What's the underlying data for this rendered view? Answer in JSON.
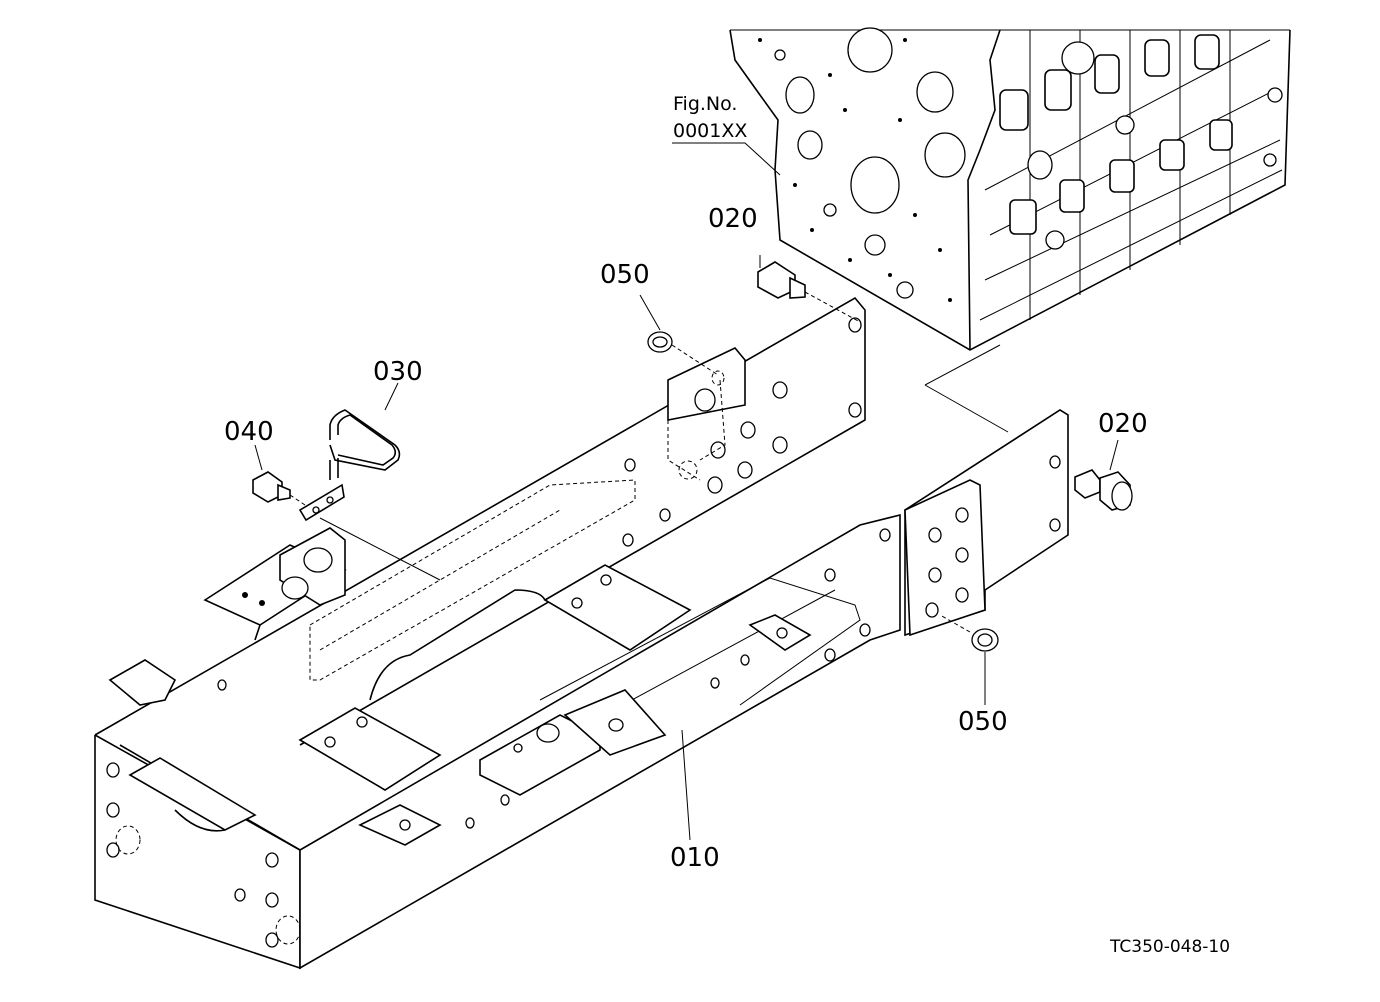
{
  "figure_ref": {
    "line1": "Fig.No.",
    "line2": "0001XX"
  },
  "callouts": {
    "c020_top": "020",
    "c050_top": "050",
    "c030": "030",
    "c040": "040",
    "c020_right": "020",
    "c050_right": "050",
    "c010": "010"
  },
  "drawing_code": "TC350-048-10"
}
